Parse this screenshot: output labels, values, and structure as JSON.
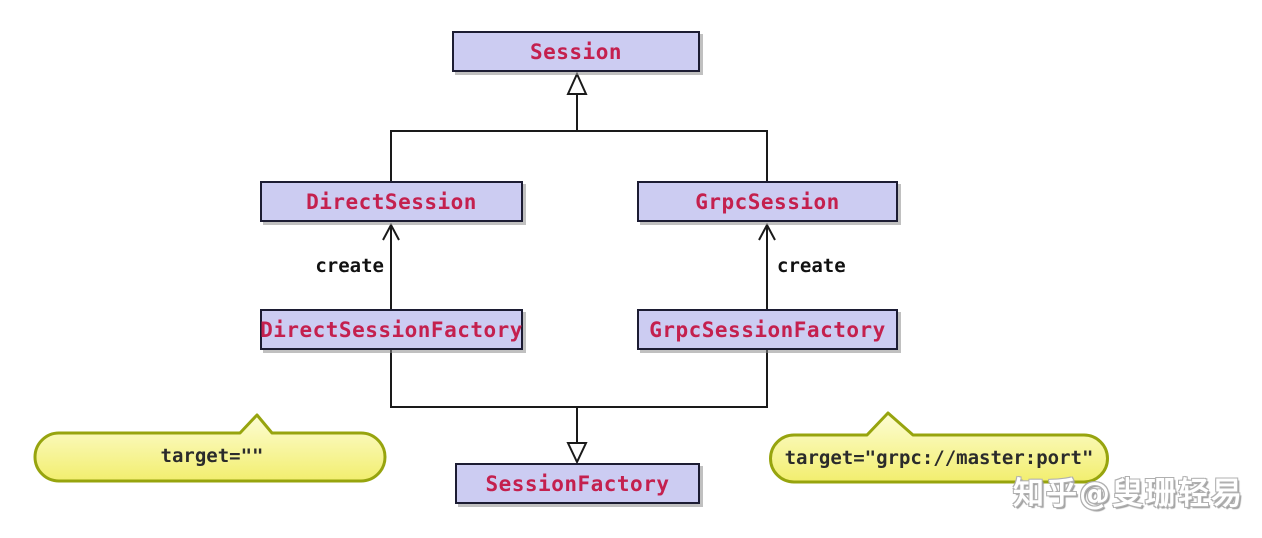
{
  "diagram": {
    "type": "uml-class-diagram",
    "topic": "TensorFlow Session / SessionFactory class hierarchy",
    "nodes": [
      {
        "id": "session",
        "label": "Session"
      },
      {
        "id": "direct-session",
        "label": "DirectSession"
      },
      {
        "id": "grpc-session",
        "label": "GrpcSession"
      },
      {
        "id": "direct-session-factory",
        "label": "DirectSessionFactory"
      },
      {
        "id": "grpc-session-factory",
        "label": "GrpcSessionFactory"
      },
      {
        "id": "session-factory",
        "label": "SessionFactory"
      }
    ],
    "edges": [
      {
        "from": "direct-session",
        "to": "session",
        "type": "inheritance",
        "label": ""
      },
      {
        "from": "grpc-session",
        "to": "session",
        "type": "inheritance",
        "label": ""
      },
      {
        "from": "direct-session-factory",
        "to": "direct-session",
        "type": "dependency",
        "label": "create"
      },
      {
        "from": "grpc-session-factory",
        "to": "grpc-session",
        "type": "dependency",
        "label": "create"
      },
      {
        "from": "direct-session-factory",
        "to": "session-factory",
        "type": "inheritance",
        "label": ""
      },
      {
        "from": "grpc-session-factory",
        "to": "session-factory",
        "type": "inheritance",
        "label": ""
      }
    ],
    "callouts": [
      {
        "id": "left",
        "text": "target=\"\"",
        "points_to": "direct-session-factory"
      },
      {
        "id": "right",
        "text": "target=\"grpc://master:port\"",
        "points_to": "grpc-session-factory"
      }
    ],
    "watermark": "知乎@叟珊轻易",
    "colors": {
      "node_fill": "#ccccf2",
      "node_border": "#1c1c33",
      "node_text": "#c4204e",
      "line": "#1a1a1a",
      "callout_border": "#97a40e",
      "callout_fill_top": "#fdfdd4",
      "callout_fill_bottom": "#f2ee6e",
      "callout_text": "#2b2b2b",
      "background": "#ffffff"
    }
  }
}
